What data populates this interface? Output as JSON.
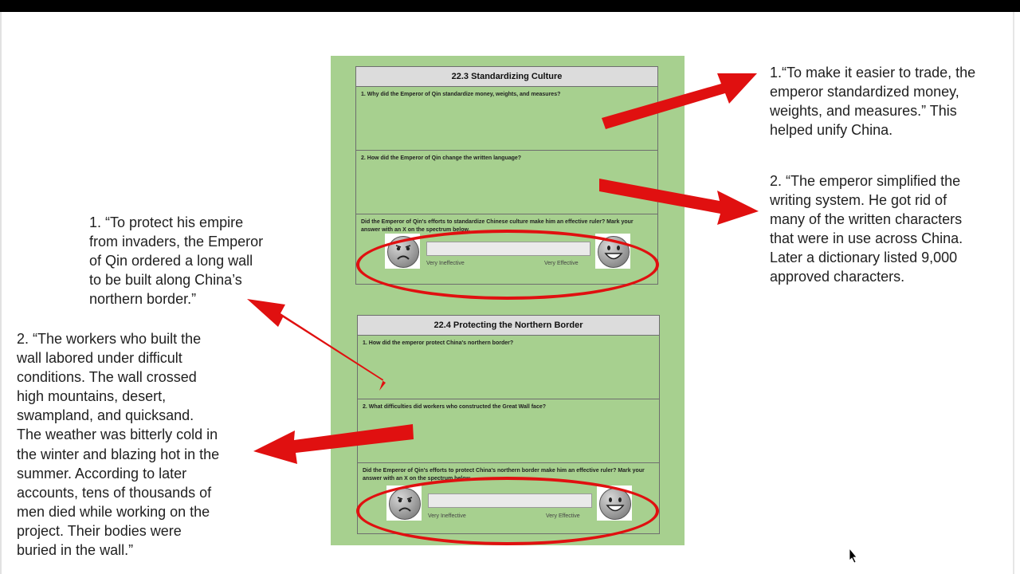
{
  "notes": {
    "left_1": "1. “To protect his empire\nfrom invaders, the Emperor\nof Qin ordered a long wall\nto be built along China’s\nnorthern border.”",
    "left_2": "2. “The workers who built the\nwall labored under difficult\nconditions.  The wall crossed\nhigh mountains, desert,\nswampland, and quicksand.\nThe weather was bitterly cold in\nthe winter and blazing hot in the\nsummer.  According to later\naccounts, tens of thousands of\nmen died while working on the\nproject.  Their bodies were\nburied in the wall.”",
    "right_1": "1.“To make it easier to trade, the\nemperor standardized money,\nweights, and measures.”  This\nhelped unify China.",
    "right_2": "2. “The emperor simplified the\nwriting system.  He got rid of\nmany of the written characters\nthat were in use across China.\nLater a dictionary listed 9,000\napproved characters."
  },
  "worksheet": {
    "section_1": {
      "title": "22.3 Standardizing Culture",
      "q1": "1. Why did the Emperor of Qin standardize money, weights, and measures?",
      "q2": "2. How did the Emperor of Qin change the written language?",
      "rating_prompt": "Did the Emperor of Qin's efforts to standardize Chinese culture make him an effective ruler?  Mark your answer with an X on the spectrum below.",
      "scale_low": "Very Ineffective",
      "scale_high": "Very Effective"
    },
    "section_2": {
      "title": "22.4 Protecting the Northern Border",
      "q1": "1. How did the emperor protect China's northern border?",
      "q2": "2. What difficulties did workers who constructed the Great Wall face?",
      "rating_prompt": "Did the Emperor of Qin's efforts to protect China's northern border make him an effective ruler?  Mark your answer with an X on the spectrum below.",
      "scale_low": "Very Ineffective",
      "scale_high": "Very Effective"
    }
  },
  "colors": {
    "sheet_bg": "#a7d08f",
    "annotation_red": "#e01010"
  },
  "icons": [
    "sad-face-icon",
    "happy-face-icon",
    "arrow-icon",
    "mouse-cursor-icon"
  ]
}
